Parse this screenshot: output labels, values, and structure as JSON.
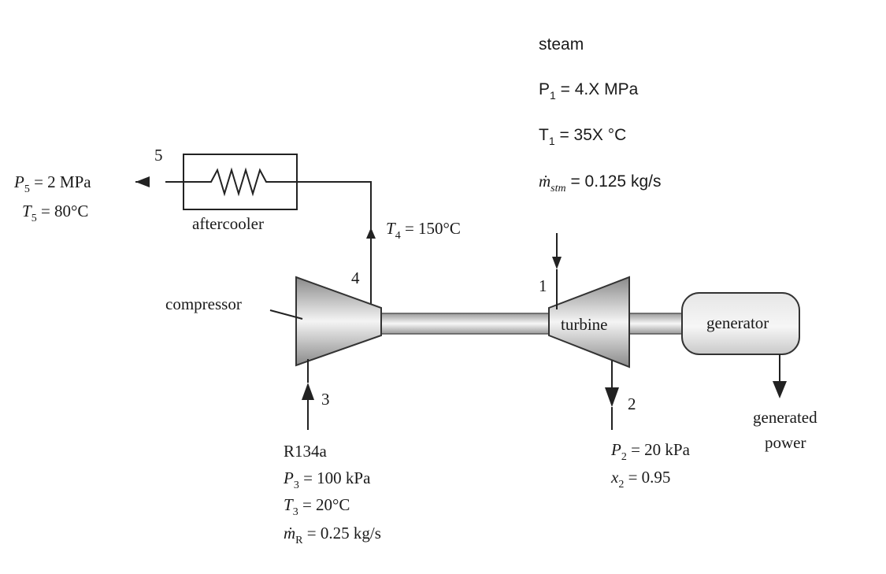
{
  "steam_spec": {
    "title": "steam",
    "p1": {
      "sym": "P",
      "sub": "1",
      "rest": " = 4.X MPa"
    },
    "t1": {
      "sym": "T",
      "sub": "1",
      "rest": " = 35X °C"
    },
    "mdot": {
      "sym": "ṁ",
      "sub": "stm",
      "rest": " = 0.125 kg/s"
    }
  },
  "state5": {
    "number": "5",
    "p": {
      "sym": "P",
      "sub": "5",
      "rest": " = 2 MPa"
    },
    "t": {
      "sym": "T",
      "sub": "5",
      "rest": " = 80°C"
    }
  },
  "state4": {
    "number": "4",
    "t": {
      "sym": "T",
      "sub": "4",
      "rest": " = 150°C"
    }
  },
  "state3": {
    "number": "3",
    "fluid": "R134a",
    "p": {
      "sym": "P",
      "sub": "3",
      "rest": " = 100 kPa"
    },
    "t": {
      "sym": "T",
      "sub": "3",
      "rest": " = 20°C"
    },
    "mdot": {
      "sym": "ṁ",
      "sub": "R",
      "rest": " = 0.25 kg/s"
    }
  },
  "state2": {
    "number": "2",
    "p": {
      "sym": "P",
      "sub": "2",
      "rest": " = 20 kPa"
    },
    "x": {
      "sym": "x",
      "sub": "2",
      "rest": " = 0.95"
    }
  },
  "state1": {
    "number": "1"
  },
  "components": {
    "aftercooler": "aftercooler",
    "compressor": "compressor",
    "turbine": "turbine",
    "generator": "generator",
    "generated_power_1": "generated",
    "generated_power_2": "power"
  },
  "colors": {
    "line": "#222222",
    "gray_light": "#f2f2f2",
    "gray_mid": "#bdbdbd",
    "gray_dark": "#7a7a7a"
  }
}
